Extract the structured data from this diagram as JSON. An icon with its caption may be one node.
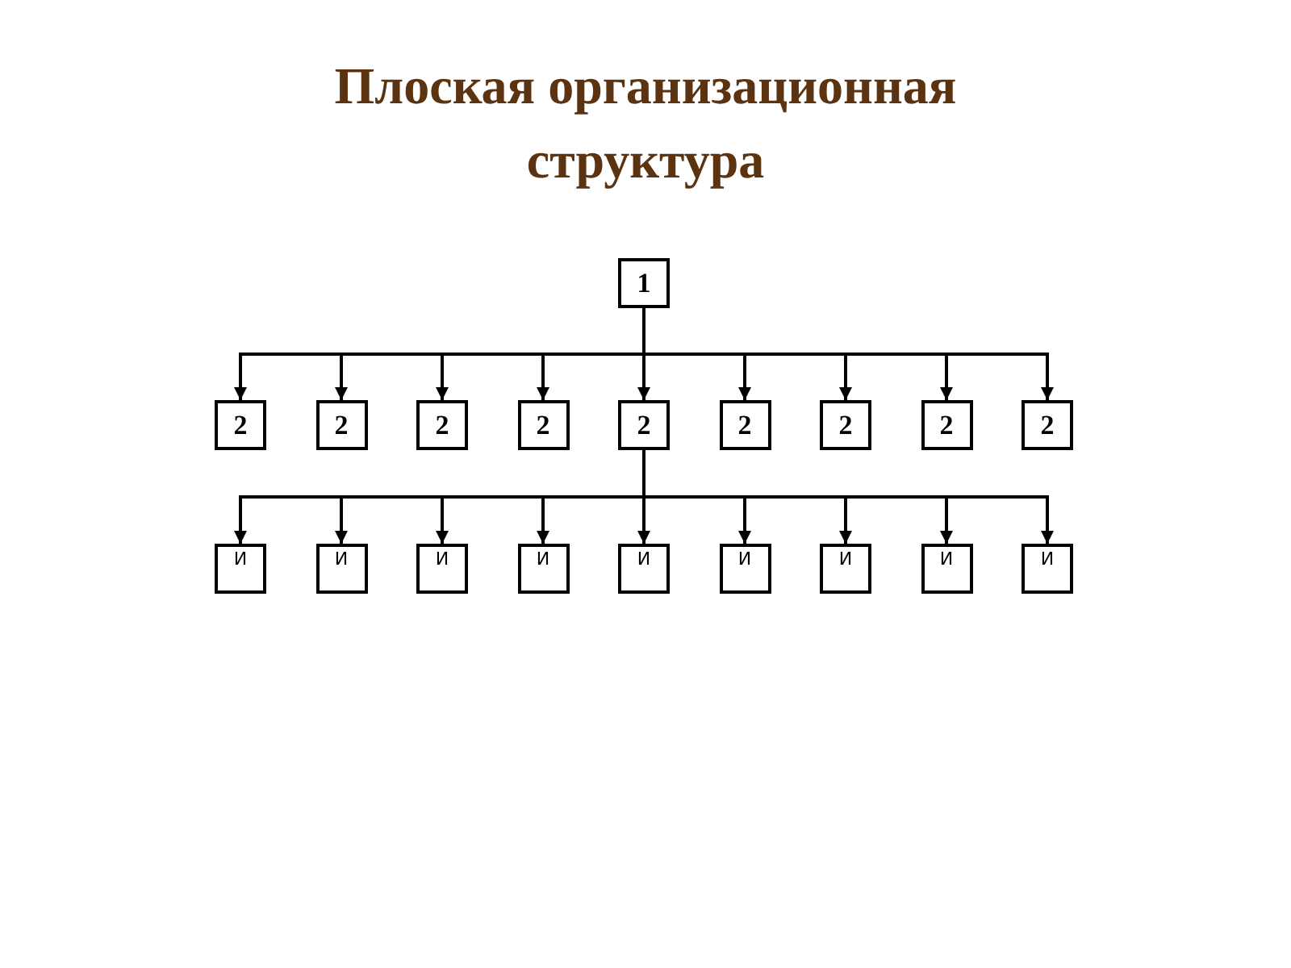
{
  "diagram": {
    "title": "Плоская организационная структура",
    "nodes": [
      {
        "text": [
          "1"
        ]
      },
      {
        "text": [
          "2"
        ]
      },
      {
        "text": [
          "2"
        ]
      },
      {
        "text": [
          "2"
        ]
      },
      {
        "text": [
          "2"
        ]
      },
      {
        "text": [
          "2"
        ]
      },
      {
        "text": [
          "2"
        ]
      },
      {
        "text": [
          "2"
        ]
      },
      {
        "text": [
          "2"
        ]
      },
      {
        "text": [
          "2"
        ]
      },
      {
        "text": [
          "И"
        ]
      },
      {
        "text": [
          "И"
        ]
      },
      {
        "text": [
          "И"
        ]
      },
      {
        "text": [
          "И"
        ]
      },
      {
        "text": [
          "И"
        ]
      },
      {
        "text": [
          "И"
        ]
      },
      {
        "text": [
          "И"
        ]
      },
      {
        "text": [
          "И"
        ]
      },
      {
        "text": [
          "И"
        ]
      }
    ],
    "edges": [
      {
        "from": 0,
        "to": 1,
        "arrow": "to"
      },
      {
        "from": 0,
        "to": 2,
        "arrow": "to"
      },
      {
        "from": 0,
        "to": 3,
        "arrow": "to"
      },
      {
        "from": 0,
        "to": 4,
        "arrow": "to"
      },
      {
        "from": 0,
        "to": 5,
        "arrow": "to"
      },
      {
        "from": 0,
        "to": 6,
        "arrow": "to"
      },
      {
        "from": 0,
        "to": 7,
        "arrow": "to"
      },
      {
        "from": 0,
        "to": 8,
        "arrow": "to"
      },
      {
        "from": 0,
        "to": 9,
        "arrow": "to"
      },
      {
        "from": 5,
        "to": 10,
        "arrow": "to"
      },
      {
        "from": 5,
        "to": 11,
        "arrow": "to"
      },
      {
        "from": 5,
        "to": 12,
        "arrow": "to"
      },
      {
        "from": 5,
        "to": 13,
        "arrow": "to"
      },
      {
        "from": 5,
        "to": 14,
        "arrow": "to"
      },
      {
        "from": 5,
        "to": 15,
        "arrow": "to"
      },
      {
        "from": 5,
        "to": 16,
        "arrow": "to"
      },
      {
        "from": 5,
        "to": 17,
        "arrow": "to"
      },
      {
        "from": 5,
        "to": 18,
        "arrow": "to"
      }
    ]
  }
}
